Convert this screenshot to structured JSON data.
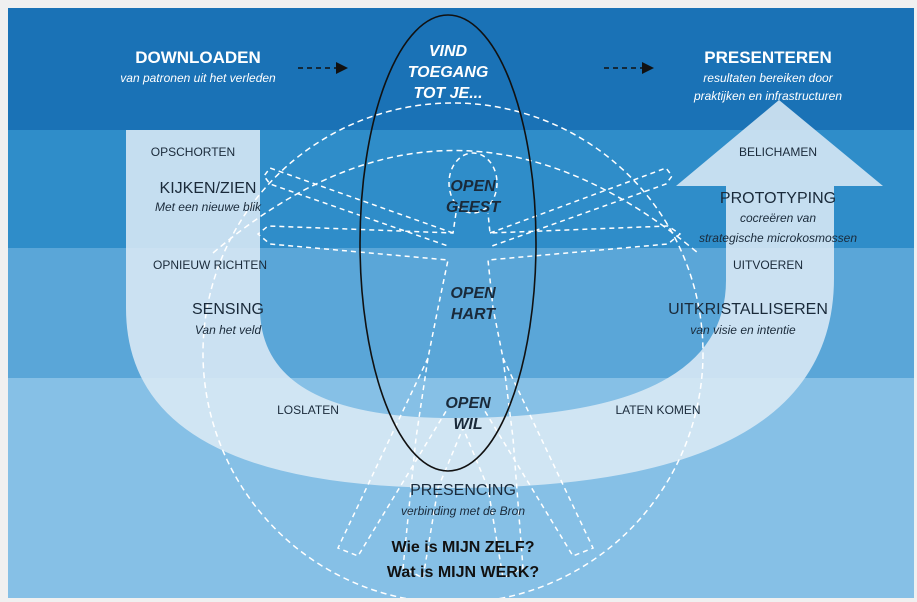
{
  "top": {
    "left_title": "DOWNLOADEN",
    "left_sub": "van patronen uit het verleden",
    "center_line1": "VIND",
    "center_line2": "TOEGANG",
    "center_line3": "TOT JE...",
    "right_title": "PRESENTEREN",
    "right_sub_1": "resultaten bereiken door",
    "right_sub_2": "praktijken en infrastructuren"
  },
  "left": {
    "opschorten": "OPSCHORTEN",
    "kijken": "KIJKEN/ZIEN",
    "kijken_sub": "Met een nieuwe blik",
    "opnieuw": "OPNIEUW RICHTEN",
    "sensing": "SENSING",
    "sensing_sub": "Van het veld",
    "loslaten": "LOSLATEN"
  },
  "center": {
    "geest_1": "OPEN",
    "geest_2": "GEEST",
    "hart_1": "OPEN",
    "hart_2": "HART",
    "wil_1": "OPEN",
    "wil_2": "WIL"
  },
  "right": {
    "belichamen": "BELICHAMEN",
    "prototyping": "PROTOTYPING",
    "prototyping_sub_1": "cocreëren van",
    "prototyping_sub_2": "strategische microkosmossen",
    "uitvoeren": "UITVOEREN",
    "uitkristalliseren": "UITKRISTALLISEREN",
    "uitkristalliseren_sub": "van visie en intentie",
    "laten_komen": "LATEN KOMEN"
  },
  "bottom": {
    "presencing": "PRESENCING",
    "presencing_sub": "verbinding met de Bron",
    "question_1": "Wie is MIJN ZELF?",
    "question_2": "Wat is MIJN WERK?"
  },
  "colors": {
    "band_top": "#1a72b6",
    "band_2": "#2f8dc9",
    "band_3": "#5aa6d8",
    "band_bottom": "#86c0e6",
    "u_arrow": "#dbe9f5"
  }
}
